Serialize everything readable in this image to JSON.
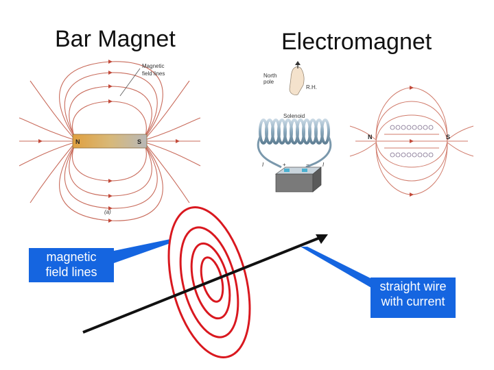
{
  "titles": {
    "bar_magnet": "Bar Magnet",
    "electromagnet": "Electromagnet"
  },
  "bar_magnet_figure": {
    "field_lines_label_line1": "Magnetic",
    "field_lines_label_line2": "field lines",
    "north_label": "N",
    "south_label": "S",
    "panel_label": "(a)"
  },
  "electromagnet_figure": {
    "north_pole_line1": "North",
    "north_pole_line2": "pole",
    "right_hand_label": "R.H.",
    "solenoid_label": "Solenoid",
    "current_left": "I",
    "current_right": "I",
    "plus_sign": "+",
    "minus_sign": "−",
    "north_label": "N",
    "south_label": "S"
  },
  "callouts": {
    "field_lines_line1": "magnetic",
    "field_lines_line2": "field lines",
    "wire_line1": "straight wire",
    "wire_line2": "with current"
  },
  "colors": {
    "callout_blue": "#1565e0",
    "field_red": "#c24a3a",
    "loop_red": "#d9181f",
    "magnet_gold": "#d6a24a"
  }
}
